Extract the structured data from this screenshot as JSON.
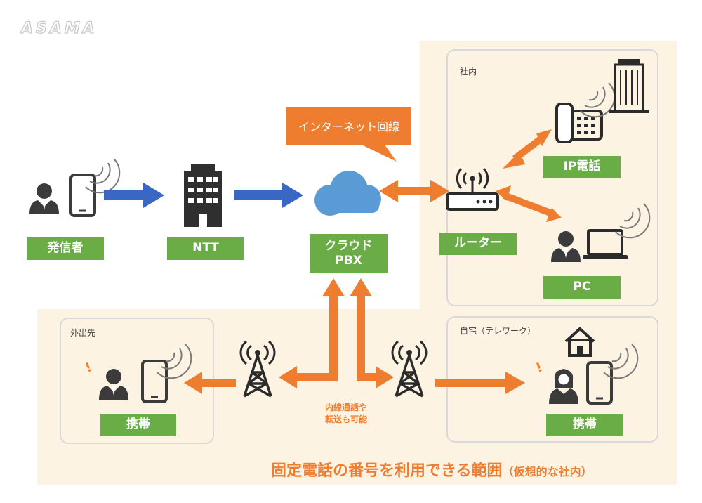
{
  "logo": "ASAMA",
  "zones": {
    "office": "社内",
    "outside": "外出先",
    "home": "自宅（テレワーク）"
  },
  "callout": "インターネット回線",
  "labels": {
    "caller": "発信者",
    "ntt": "NTT",
    "cloud_line1": "クラウド",
    "cloud_line2": "PBX",
    "router": "ルーター",
    "ip_phone": "IP電話",
    "pc": "PC",
    "mobile_outside": "携帯",
    "mobile_home": "携帯"
  },
  "note": {
    "line1": "内線通話や",
    "line2": "転送も可能"
  },
  "scope": {
    "main": "固定電話の番号を利用できる範囲",
    "sub": "（仮想的な社内）"
  },
  "alerts": {
    "outside": "!",
    "home": "!"
  },
  "colors": {
    "green": "#6aac46",
    "orange": "#ef7d2f",
    "blue": "#3a66c4",
    "cloud": "#5b9bd5",
    "zone_bg": "#fcf3e2",
    "icon": "#3b3b3b"
  }
}
